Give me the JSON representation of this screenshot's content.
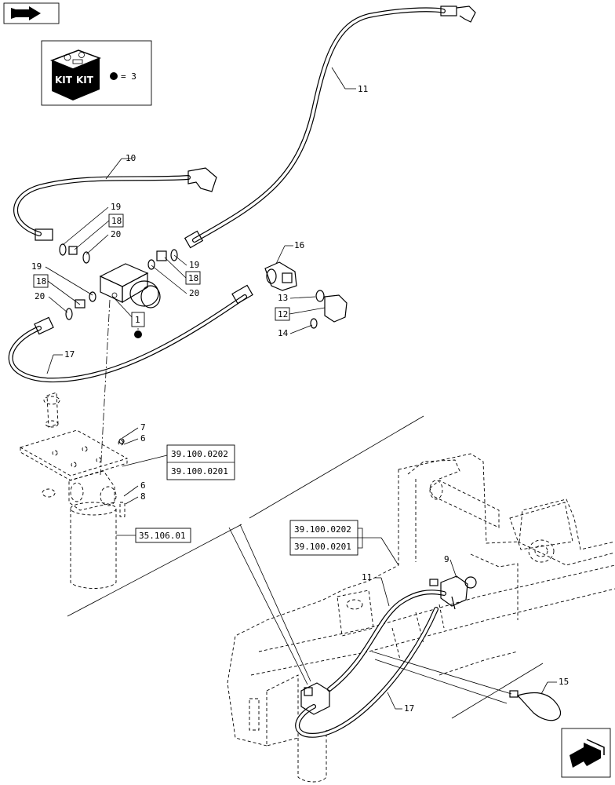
{
  "kit_legend": {
    "icon_text_1": "KIT",
    "icon_text_2": "KIT",
    "equation": "= 3"
  },
  "callouts": {
    "c1": "1",
    "c6a": "6",
    "c6b": "6",
    "c7": "7",
    "c8": "8",
    "c9": "9",
    "c10": "10",
    "c11a": "11",
    "c11b": "11",
    "c12": "12",
    "c13": "13",
    "c14": "14",
    "c15": "15",
    "c16": "16",
    "c17a": "17",
    "c17b": "17",
    "c18a": "18",
    "c18b": "18",
    "c18c": "18",
    "c19a": "19",
    "c19b": "19",
    "c19c": "19",
    "c20a": "20",
    "c20b": "20",
    "c20c": "20"
  },
  "refs": {
    "ref_a1": "39.100.0202",
    "ref_a2": "39.100.0201",
    "ref_b1": "39.100.0202",
    "ref_b2": "39.100.0201",
    "ref_c": "35.106.01"
  },
  "icons": {
    "top_nav": "book-arrow-icon",
    "bottom_nav": "next-page-arrow-icon"
  }
}
